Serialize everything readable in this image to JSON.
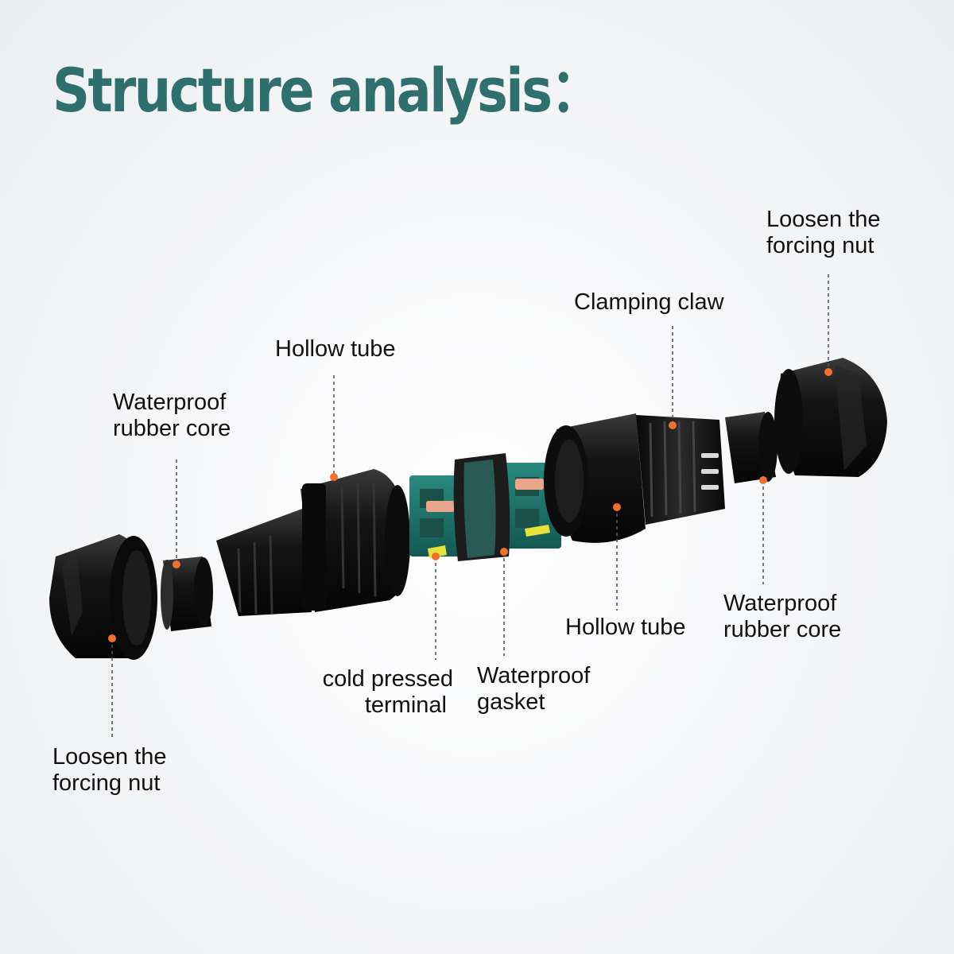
{
  "title": "Structure analysis：",
  "labels": {
    "nut_right": {
      "line1": "Loosen the",
      "line2": "forcing nut"
    },
    "clamp_claw": {
      "line1": "Clamping claw"
    },
    "hollow_tube_left": {
      "line1": "Hollow tube"
    },
    "rubber_core_left": {
      "line1": "Waterproof",
      "line2": "rubber core"
    },
    "nut_left": {
      "line1": "Loosen the",
      "line2": "forcing nut"
    },
    "cold_terminal": {
      "line1": "cold pressed",
      "line2": "terminal"
    },
    "gasket": {
      "line1": "Waterproof",
      "line2": "gasket"
    },
    "hollow_tube_right": {
      "line1": "Hollow tube"
    },
    "rubber_core_right": {
      "line1": "Waterproof",
      "line2": "rubber core"
    }
  },
  "colors": {
    "title": "#2f6f6d",
    "marker": "#f26f2e",
    "part_black": "#141414",
    "terminal_green": "#1f6e66",
    "terminal_copper": "#e8a58b",
    "terminal_yellow": "#e6e23a"
  }
}
